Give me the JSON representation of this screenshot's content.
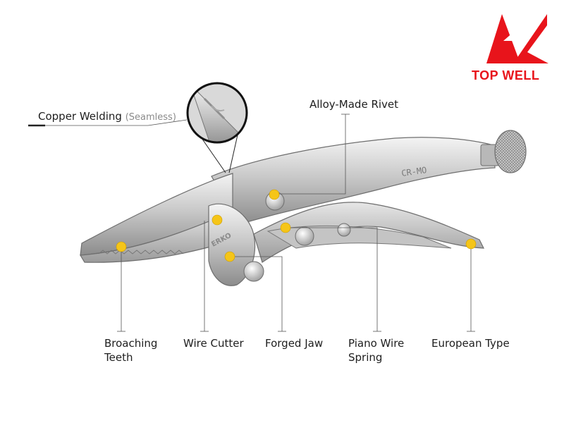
{
  "brand": {
    "name": "TOP WELL",
    "color": "#e8141b"
  },
  "marker_color": "#f5c518",
  "stamps": {
    "handle": "CR-MO",
    "jaw": "ERKO"
  },
  "callouts": {
    "copper_welding": {
      "label": "Copper Welding",
      "note": "(Seamless)"
    },
    "alloy_rivet": {
      "label": "Alloy-Made Rivet"
    },
    "broaching_teeth": {
      "line1": "Broaching",
      "line2": "Teeth"
    },
    "wire_cutter": {
      "label": "Wire Cutter"
    },
    "forged_jaw": {
      "label": "Forged Jaw"
    },
    "piano_wire_spring": {
      "line1": "Piano Wire",
      "line2": "Spring"
    },
    "european_type": {
      "label": "European Type"
    }
  }
}
